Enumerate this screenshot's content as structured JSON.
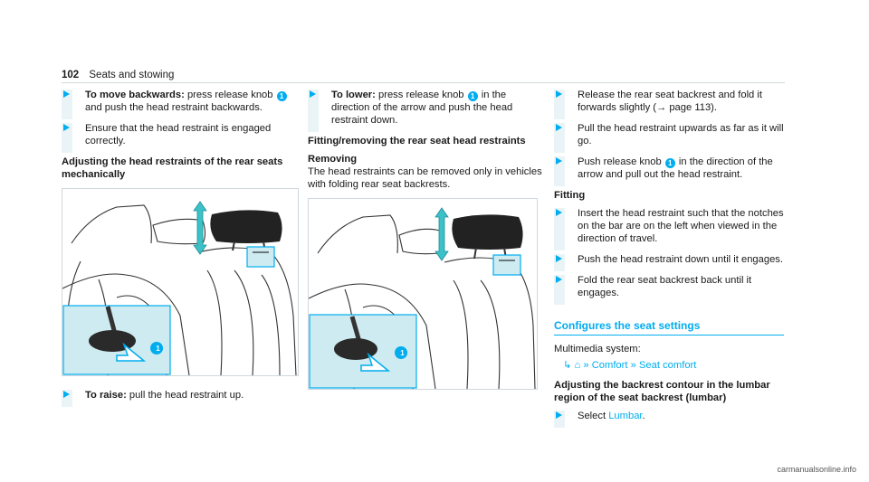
{
  "page": {
    "number": "102",
    "section": "Seats and stowing"
  },
  "col1": {
    "step1_bold": "To move backwards:",
    "step1_text_a": "press release knob",
    "step1_knob": "1",
    "step1_text_b": "and push the head restraint backwards.",
    "step2_text": "Ensure that the head restraint is engaged correctly.",
    "heading": "Adjusting the head restraints of the rear seats mechanically",
    "fig_knob": "1",
    "step3_bold": "To raise:",
    "step3_text": "pull the head restraint up."
  },
  "col2": {
    "step1_bold": "To lower:",
    "step1_text_a": "press release knob",
    "step1_knob": "1",
    "step1_text_b": "in the direction of the arrow and push the head restraint down.",
    "heading": "Fitting/removing the rear seat head restraints",
    "sub_removing": "Removing",
    "removing_text": "The head restraints can be removed only in vehicles with folding rear seat backrests.",
    "fig_knob": "1"
  },
  "col3": {
    "step1_text": "Release the rear seat backrest and fold it forwards slightly (→ page 113).",
    "step2_text": "Pull the head restraint upwards as far as it will go.",
    "step3_text_a": "Push release knob",
    "step3_knob": "1",
    "step3_text_b": "in the direction of the arrow and pull out the head restraint.",
    "sub_fitting": "Fitting",
    "step4_text": "Insert the head restraint such that the notches on the bar are on the left when viewed in the direction of travel.",
    "step5_text": "Push the head restraint down until it engages.",
    "step6_text": "Fold the rear seat backrest back until it engages.",
    "mm_title": "Configures the seat settings",
    "mm_system": "Multimedia system:",
    "nav_home_icon": "home-icon",
    "nav_comfort": "Comfort",
    "nav_seat_comfort": "Seat comfort",
    "heading2": "Adjusting the backrest contour in the lumbar region of the seat backrest (lumbar)",
    "step7_text_a": "Select",
    "step7_link": "Lumbar",
    "step7_text_b": "."
  },
  "footer": {
    "watermark": "carmanualsonline.info"
  },
  "colors": {
    "accent": "#00adef",
    "panel": "#cdebf0"
  }
}
